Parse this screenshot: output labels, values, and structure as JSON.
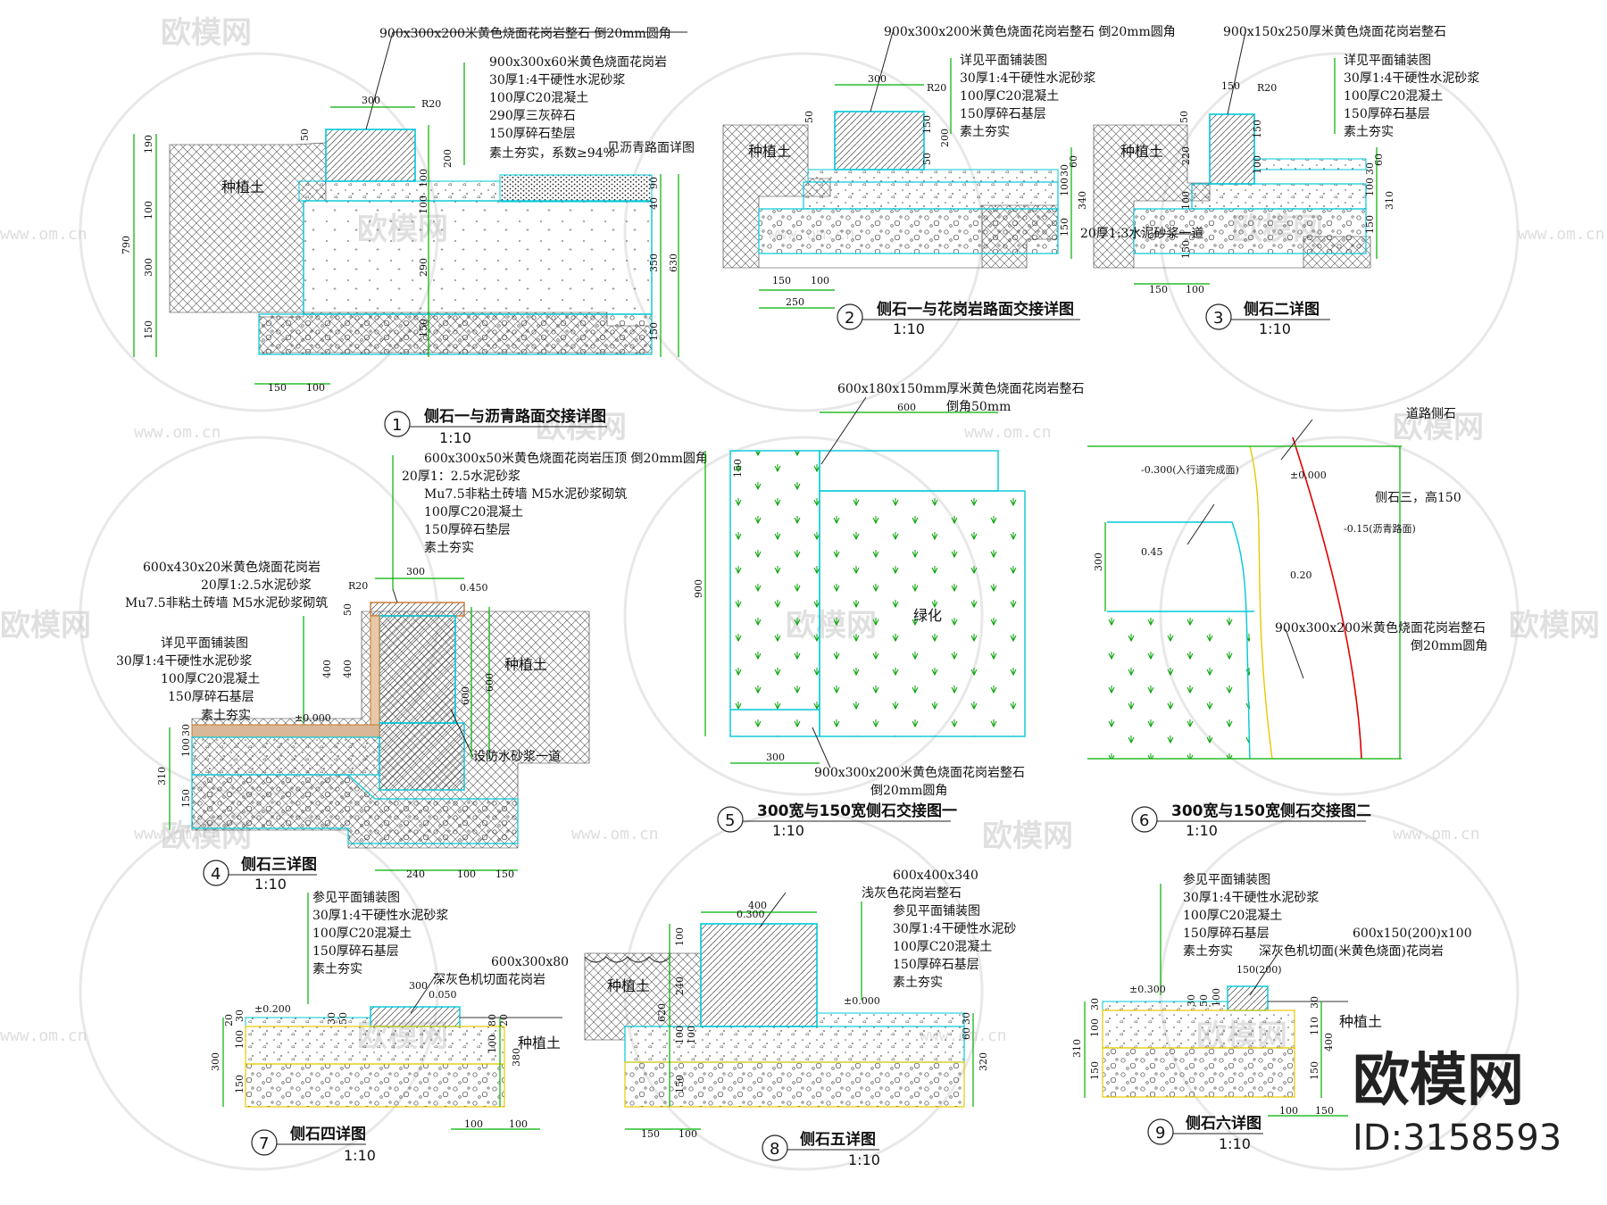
{
  "watermark": {
    "brand": "欧模网",
    "url": "www.om.cn",
    "corner_brand": "欧模网",
    "corner_id": "ID:3158593"
  },
  "colors": {
    "dimension": "#00b000",
    "outline": "#00c8d8",
    "line": "#222222",
    "red": "#e00000",
    "yellow": "#e8c800"
  },
  "details": [
    {
      "num": "1",
      "title": "侧石一与沥青路面交接详图",
      "scale": "1:10",
      "notes": [
        "900x300x200米黄色烧面花岗岩整石 倒20mm圆角",
        "900x300x60米黄色烧面花岗岩",
        "30厚1:4干硬性水泥砂浆",
        "100厚C20混凝土",
        "290厚三灰碎石",
        "150厚碎石垫层",
        "素土夯实，系数≥94%",
        "见沥青路面详图"
      ],
      "labels": [
        "种植土",
        "R20"
      ],
      "dims": [
        "300",
        "50",
        "190",
        "100",
        "300",
        "150",
        "790",
        "200",
        "100",
        "100",
        "290",
        "150",
        "150",
        "100",
        "90",
        "40",
        "350",
        "150",
        "630"
      ]
    },
    {
      "num": "2",
      "title": "侧石一与花岗岩路面交接详图",
      "scale": "1:10",
      "notes": [
        "900x300x200米黄色烧面花岗岩整石 倒20mm圆角",
        "详见平面铺装图",
        "30厚1:4干硬性水泥砂浆",
        "100厚C20混凝土",
        "150厚碎石基层",
        "素土夯实"
      ],
      "labels": [
        "种植土",
        "R20"
      ],
      "dims": [
        "300",
        "50",
        "150",
        "200",
        "50",
        "150",
        "100",
        "30",
        "60",
        "340",
        "150",
        "100",
        "250"
      ]
    },
    {
      "num": "3",
      "title": "侧石二详图",
      "scale": "1:10",
      "notes": [
        "900x150x250厚米黄色烧面花岗岩整石",
        "详见平面铺装图",
        "30厚1:4干硬性水泥砂浆",
        "100厚C20混凝土",
        "150厚碎石基层",
        "素土夯实",
        "20厚1:3水泥砂浆一道"
      ],
      "labels": [
        "种植土",
        "R20"
      ],
      "dims": [
        "150",
        "50",
        "150",
        "220",
        "100",
        "150",
        "100",
        "100",
        "30",
        "60",
        "310",
        "150",
        "150",
        "100"
      ]
    },
    {
      "num": "4",
      "title": "侧石三详图",
      "scale": "1:10",
      "notes": [
        "600x300x50米黄色烧面花岗岩压顶 倒20mm圆角",
        "20厚1：2.5水泥砂浆",
        "Mu7.5非粘土砖墙 M5水泥砂浆砌筑",
        "100厚C20混凝土",
        "150厚碎石垫层",
        "素土夯实",
        "600x430x20米黄色烧面花岗岩",
        "20厚1:2.5水泥砂浆",
        "Mu7.5非粘土砖墙 M5水泥砂浆砌筑",
        "详见平面铺装图",
        "30厚1:4干硬性水泥砂浆",
        "100厚C20混凝土",
        "150厚碎石基层",
        "素土夯实",
        "设防水砂浆一道"
      ],
      "labels": [
        "种植土",
        "R20",
        "0.450",
        "±0.000"
      ],
      "dims": [
        "300",
        "50",
        "400",
        "400",
        "600",
        "600",
        "100",
        "30",
        "310",
        "150",
        "240",
        "100",
        "150"
      ]
    },
    {
      "num": "5",
      "title": "300宽与150宽侧石交接图一",
      "scale": "1:10",
      "notes": [
        "600x180x150mm厚米黄色烧面花岗岩整石",
        "倒角50mm",
        "900x300x200米黄色烧面花岗岩整石",
        "倒20mm圆角"
      ],
      "labels": [
        "绿化"
      ],
      "dims": [
        "600",
        "150",
        "900",
        "300"
      ]
    },
    {
      "num": "6",
      "title": "300宽与150宽侧石交接图二",
      "scale": "1:10",
      "notes": [
        "道路侧石",
        "侧石三，高150",
        "900x300x200米黄色烧面花岗岩整石",
        "倒20mm圆角"
      ],
      "labels": [
        "-0.300(入行道完成面)",
        "±0.000",
        "-0.15(沥青路面)",
        "0.45",
        "0.20"
      ],
      "dims": [
        "300"
      ]
    },
    {
      "num": "7",
      "title": "侧石四详图",
      "scale": "1:10",
      "notes": [
        "参见平面铺装图",
        "30厚1:4干硬性水泥砂浆",
        "100厚C20混凝土",
        "150厚碎石基层",
        "素土夯实",
        "600x300x80",
        "深灰色机切面花岗岩"
      ],
      "labels": [
        "种植土",
        "±0.200",
        "0.050"
      ],
      "dims": [
        "300",
        "30",
        "100",
        "20",
        "300",
        "150",
        "30",
        "50",
        "80",
        "100",
        "20",
        "380",
        "100",
        "100"
      ]
    },
    {
      "num": "8",
      "title": "侧石五详图",
      "scale": "1:10",
      "notes": [
        "600x400x340",
        "浅灰色花岗岩整石",
        "参见平面铺装图",
        "30厚1:4干硬性水泥砂",
        "100厚C20混凝土",
        "150厚碎石基层",
        "素土夯实"
      ],
      "labels": [
        "种植土",
        "0.300",
        "±0.000"
      ],
      "dims": [
        "400",
        "100",
        "240",
        "620",
        "100",
        "100",
        "150",
        "30",
        "60",
        "320",
        "150",
        "100"
      ]
    },
    {
      "num": "9",
      "title": "侧石六详图",
      "scale": "1:10",
      "notes": [
        "参见平面铺装图",
        "30厚1:4干硬性水泥砂浆",
        "100厚C20混凝土",
        "150厚碎石基层",
        "素土夯实",
        "600x150(200)x100",
        "深灰色机切面(米黄色烧面)花岗岩"
      ],
      "labels": [
        "种植土",
        "±0.300",
        "150(200)"
      ],
      "dims": [
        "310",
        "100",
        "30",
        "150",
        "30",
        "50",
        "100",
        "110",
        "30",
        "400",
        "150",
        "100",
        "150"
      ]
    }
  ]
}
